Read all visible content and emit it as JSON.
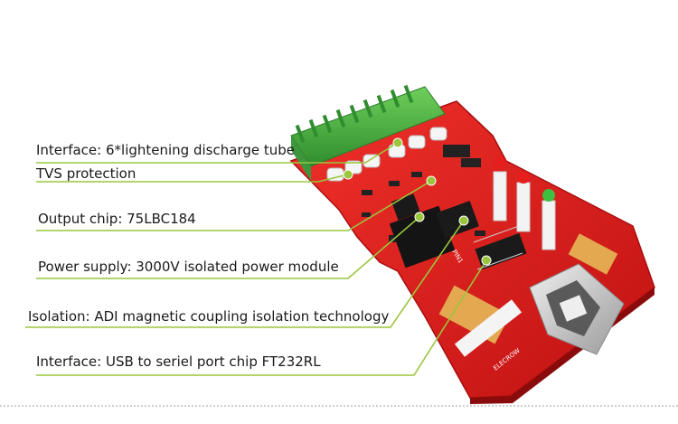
{
  "annotations": [
    {
      "id": "lightning",
      "text": "Interface: 6*lightening discharge tube"
    },
    {
      "id": "tvs",
      "text": "TVS protection"
    },
    {
      "id": "output",
      "text": "Output chip: 75LBC184"
    },
    {
      "id": "power",
      "text": "Power supply: 3000V isolated power module"
    },
    {
      "id": "isolation",
      "text": "Isolation: ADI magnetic coupling isolation technology"
    },
    {
      "id": "usb",
      "text": "Interface: USB to seriel port chip FT232RL"
    }
  ],
  "colors": {
    "board": "#e01b1b",
    "board_dark": "#b81010",
    "terminal": "#4cae4c",
    "callout_line": "#9bc53d",
    "callout_dot": "#9bc53d",
    "usb_metal": "#c9c9c9",
    "gold": "#e6c15a"
  },
  "board_text": {
    "pin_label": "PIN1",
    "model_label": "ELECROW"
  }
}
